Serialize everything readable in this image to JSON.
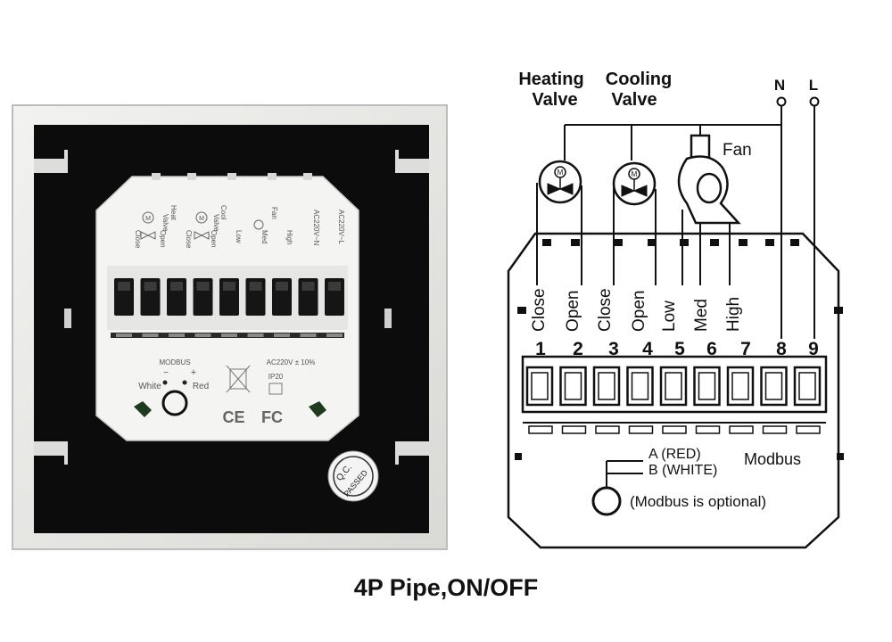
{
  "photo": {
    "valve_labels": [
      "Heat",
      "Valve",
      "Close",
      "Open",
      "Cool",
      "Valve",
      "Close",
      "Open"
    ],
    "fan_labels": [
      "Fan",
      "Low",
      "Med",
      "High"
    ],
    "power_labels": [
      "AC220V~N",
      "AC220V~L"
    ],
    "motor_symbol": "M",
    "modbus_title": "MODBUS",
    "modbus_minus": "−",
    "modbus_plus": "+",
    "modbus_white": "White",
    "modbus_red": "Red",
    "voltage": "AC220V ± 10%",
    "ip_rating": "IP20",
    "ce_mark": "CE",
    "fc_mark": "FC",
    "qc_line1": "Q.C.",
    "qc_line2": "PASSED"
  },
  "diagram": {
    "heating_label": [
      "Heating",
      "Valve"
    ],
    "cooling_label": [
      "Cooling",
      "Valve"
    ],
    "fan_label": "Fan",
    "neutral": "N",
    "live": "L",
    "motor_symbol": "M",
    "terminal_functions": [
      "Close",
      "Open",
      "Close",
      "Open",
      "Low",
      "Med",
      "High"
    ],
    "terminal_numbers": [
      "1",
      "2",
      "3",
      "4",
      "5",
      "6",
      "7",
      "8",
      "9"
    ],
    "modbus_a": "A (RED)",
    "modbus_b": "B (WHITE)",
    "modbus_title": "Modbus",
    "modbus_note": "(Modbus is optional)"
  },
  "caption": "4P Pipe,ON/OFF"
}
